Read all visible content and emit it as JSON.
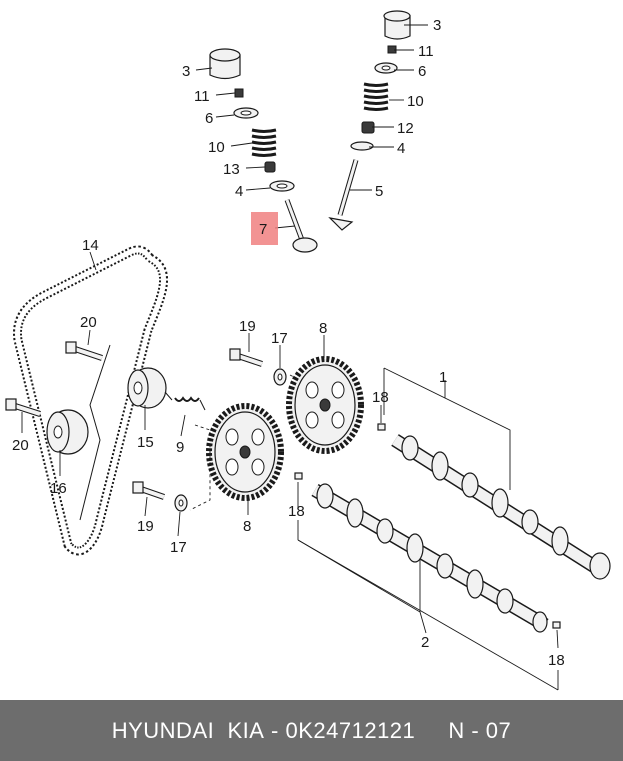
{
  "labels": {
    "top_tappet_3": "3",
    "top_retainer_11": "11",
    "top_washer_6": "6",
    "top_spring_10": "10",
    "top_seal_12": "12",
    "top_seat_4": "4",
    "top_valve_5": "5",
    "left_tappet_3": "3",
    "left_retainer_11": "11",
    "left_washer_6": "6",
    "left_spring_10": "10",
    "left_seal_13": "13",
    "left_seat_4": "4",
    "left_valve_7": "7",
    "belt_14": "14",
    "bolt_20a": "20",
    "bolt_20b": "20",
    "pulley_15": "15",
    "pulley_16": "16",
    "spring_9": "9",
    "bolt_19a": "19",
    "bolt_19b": "19",
    "washer_17a": "17",
    "washer_17b": "17",
    "gear_8a": "8",
    "gear_8b": "8",
    "camshaft_1": "1",
    "camshaft_2": "2",
    "pin_18a": "18",
    "pin_18b": "18",
    "pin_18c": "18"
  },
  "footer": {
    "brand": "HYUNDAI  KIA",
    "part_number": "0K24712121",
    "section": "N - 07"
  },
  "colors": {
    "footer_bg": "#6d6d6d",
    "highlight": "#f08080"
  }
}
